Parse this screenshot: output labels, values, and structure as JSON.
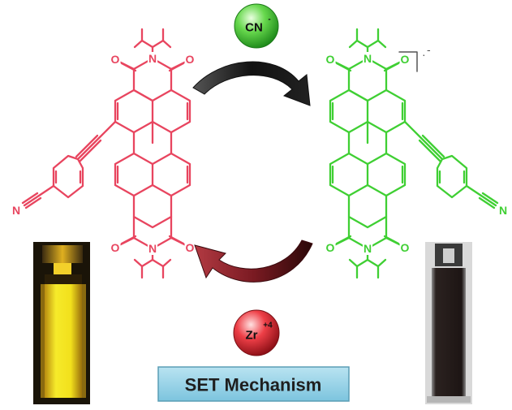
{
  "reagents": {
    "cyanide": {
      "symbol": "CN",
      "charge": "-",
      "color": "#41c83a"
    },
    "zirconium": {
      "symbol": "Zr",
      "charge": "+4",
      "color": "#e0303a"
    }
  },
  "mechanism_label": "SET Mechanism",
  "atom_labels": {
    "oxygen": "O",
    "nitrogen": "N"
  },
  "radical_anion_sign": "·",
  "colors": {
    "neutral_molecule": "#e8455f",
    "radical_anion": "#3fcf33",
    "forward_arrow": "#222222",
    "reverse_arrow": "#6b1820",
    "label_box": "#8fd0e6",
    "fluorescent_solution": "#f2e21a",
    "dark_solution": "#1c1513"
  },
  "icons": [
    "curved-arrow",
    "cuvette"
  ]
}
